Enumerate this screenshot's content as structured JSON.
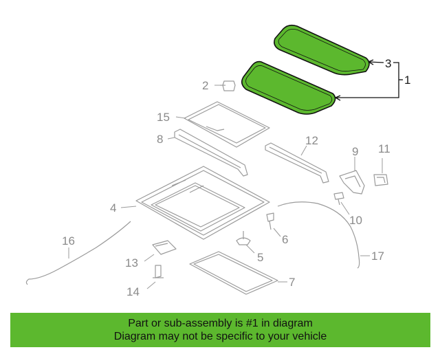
{
  "callouts": {
    "c1": "1",
    "c2": "2",
    "c3": "3",
    "c4": "4",
    "c5": "5",
    "c6": "6",
    "c7": "7",
    "c8": "8",
    "c9": "9",
    "c10": "10",
    "c11": "11",
    "c12": "12",
    "c13": "13",
    "c14": "14",
    "c15": "15",
    "c16": "16",
    "c17": "17"
  },
  "colors": {
    "highlight_fill": "#5cb82e",
    "banner_background": "#5cb82e"
  },
  "banner": {
    "line1": "Part or sub-assembly is #1 in diagram",
    "line2": "Diagram may not be specific to your vehicle"
  }
}
